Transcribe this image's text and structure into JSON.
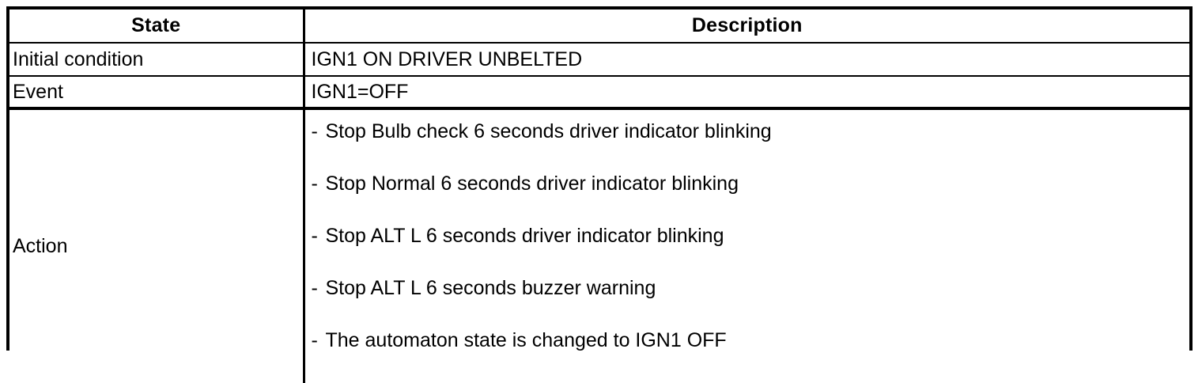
{
  "table": {
    "columns": [
      {
        "key": "state",
        "header": "State"
      },
      {
        "key": "description",
        "header": "Description"
      }
    ],
    "rows": [
      {
        "state": "Initial condition",
        "description": "IGN1 ON DRIVER UNBELTED"
      },
      {
        "state": "Event",
        "description": "IGN1=OFF"
      }
    ],
    "action_row": {
      "state": "Action",
      "bullet_marker": "-",
      "items": [
        "Stop Bulb check 6 seconds driver indicator blinking",
        "Stop Normal 6 seconds driver indicator blinking",
        "Stop ALT L 6 seconds driver indicator blinking",
        "Stop ALT L 6 seconds buzzer warning",
        "The automaton state is changed to IGN1 OFF"
      ]
    }
  },
  "colors": {
    "border": "#000000",
    "text": "#000000",
    "background": "#ffffff"
  }
}
